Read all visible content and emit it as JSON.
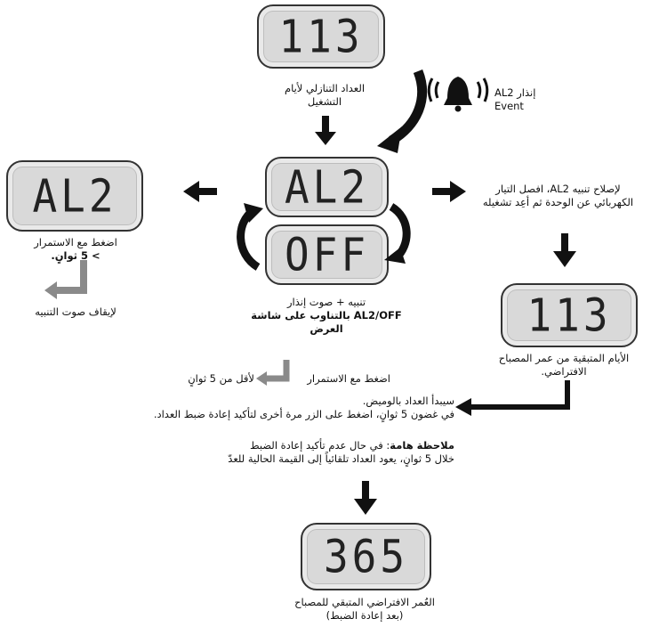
{
  "displays": {
    "top": "113",
    "left_al2": "AL2",
    "center_al2": "AL2",
    "center_off": "OFF",
    "right_113": "113",
    "bottom_365": "365"
  },
  "labels": {
    "countdown_line1": "العداد التنازلي لأيام",
    "countdown_line2": "التشغيل",
    "al2_event_line1": "إنذار AL2",
    "al2_event_line2": "Event",
    "hold_line1": "اضغط مع الاستمرار",
    "hold_line2": "> 5 ثوانٍ.",
    "stop_alarm": "لإيقاف صوت التنبيه",
    "alarm_line1": "تنبيه + صوت إنذار",
    "alarm_line2": "AL2/OFF بالتناوب على شاشة العرض",
    "fix_line1": "لإصلاح تنبيه AL2، افصل التيار",
    "fix_line2": "الكهربائي عن الوحدة ثم أعِد تشغيله",
    "remaining_line1": "الأيام المتبقية من عمر المصباح",
    "remaining_line2": "الافتراضي.",
    "hold_less_5": "لأقل من 5 ثوانٍ",
    "hold_press": "اضغط مع الاستمرار",
    "blink_line1": "سيبدأ العداد بالوميض.",
    "blink_line2": "في غضون 5 ثوانٍ، اضغط على الزر مرة أخرى لتأكيد إعادة ضبط العداد.",
    "note_bold": "ملاحظة هامة",
    "note_line1_rest": ": في حال عدم تأكيد إعادة الضبط",
    "note_line2": "خلال 5 ثوانٍ، يعود العداد تلقائياً إلى القيمة الحالية للعدّ",
    "default_life_line1": "العُمر الافتراضي المتبقي للمصباح",
    "default_life_line2": "(بعد إعادة الضبط)"
  },
  "icons": {
    "bell": "alarm-bell-icon",
    "arrow_color": "#111111",
    "gray_arrow_color": "#8a8a8a"
  }
}
